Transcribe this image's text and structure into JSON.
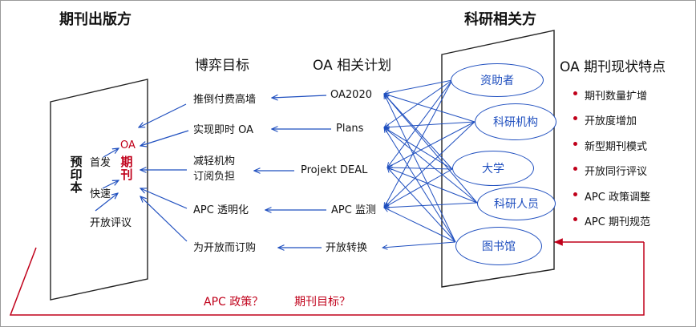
{
  "titles": {
    "publisher": "期刊出版方",
    "research": "科研相关方",
    "goals": "博弈目标",
    "oa_plans": "OA 相关计划",
    "features": "OA 期刊现状特点"
  },
  "publisher": {
    "preprint": "预印本",
    "first_pub": "首发",
    "fast": "快速",
    "open_review": "开放评议",
    "oa": "OA",
    "journal": "期刊"
  },
  "goals": [
    "推倒付费高墙",
    "实现即时 OA",
    "减轻机构\n订阅负担",
    "APC 透明化",
    "为开放而订购"
  ],
  "plans": [
    "OA2020",
    "Plans",
    "Projekt DEAL",
    "APC 监测",
    "开放转换"
  ],
  "stakeholders": [
    "资助者",
    "科研机构",
    "大学",
    "科研人员",
    "图书馆"
  ],
  "features": [
    "期刊数量扩增",
    "开放度增加",
    "新型期刊模式",
    "开放同行评议",
    "APC 政策调整",
    "APC 期刊规范"
  ],
  "feedback": {
    "q1": "APC 政策？",
    "q2": "期刊目标？"
  },
  "colors": {
    "arrow_blue": "#1f4fbf",
    "accent_red": "#c0001a"
  }
}
